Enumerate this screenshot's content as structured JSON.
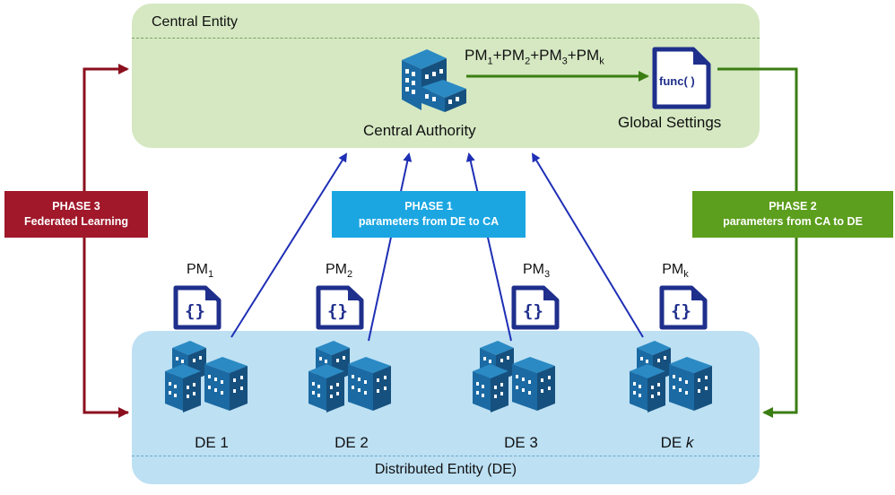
{
  "central_entity": {
    "title": "Central Entity"
  },
  "central_authority": {
    "label": "Central Authority"
  },
  "global_settings": {
    "label": "Global Settings",
    "func_text": "func( )"
  },
  "aggregation": {
    "parts": [
      "PM",
      "1",
      "+PM",
      "2",
      "+PM",
      "3",
      "+PM",
      "k"
    ]
  },
  "distributed_entity": {
    "title": "Distributed Entity (DE)"
  },
  "entities": [
    {
      "name": "DE 1",
      "pm_base": "PM",
      "pm_sub": "1"
    },
    {
      "name": "DE 2",
      "pm_base": "PM",
      "pm_sub": "2"
    },
    {
      "name": "DE 3",
      "pm_base": "PM",
      "pm_sub": "3"
    },
    {
      "name_prefix": "DE ",
      "name_italic": "k",
      "pm_base": "PM",
      "pm_sub": "k"
    }
  ],
  "phases": {
    "phase1": {
      "title": "PHASE 1",
      "subtitle": "parameters from DE to CA"
    },
    "phase2": {
      "title": "PHASE 2",
      "subtitle": "parameters from CA to DE"
    },
    "phase3": {
      "title": "PHASE 3",
      "subtitle": "Federated Learning"
    }
  },
  "colors": {
    "central_bg": "#d5e8c2",
    "distributed_bg": "#bde0f3",
    "phase1": "#1ba6e2",
    "phase2": "#5c9e1d",
    "phase3": "#a0182a",
    "arrow_blue": "#1f2fb5",
    "arrow_green": "#3a7d12",
    "arrow_red": "#8b0f1e",
    "building": "#1b5e8e",
    "doc_border": "#1f2f8c"
  },
  "icons": [
    "building-icon",
    "document-braces-icon",
    "function-document-icon"
  ]
}
